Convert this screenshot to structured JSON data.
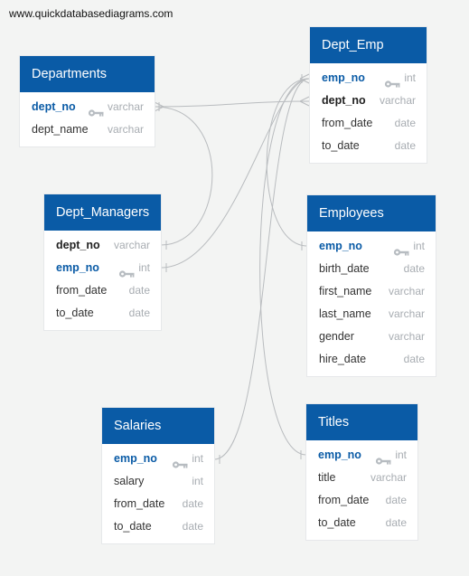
{
  "site": "www.quickdatabasediagrams.com",
  "tables": {
    "departments": {
      "name": "Departments",
      "fields": [
        {
          "name": "dept_no",
          "type": "varchar",
          "role": "pk"
        },
        {
          "name": "dept_name",
          "type": "varchar",
          "role": ""
        }
      ]
    },
    "dept_emp": {
      "name": "Dept_Emp",
      "fields": [
        {
          "name": "emp_no",
          "type": "int",
          "role": "pk"
        },
        {
          "name": "dept_no",
          "type": "varchar",
          "role": "fk"
        },
        {
          "name": "from_date",
          "type": "date",
          "role": ""
        },
        {
          "name": "to_date",
          "type": "date",
          "role": ""
        }
      ]
    },
    "dept_managers": {
      "name": "Dept_Managers",
      "fields": [
        {
          "name": "dept_no",
          "type": "varchar",
          "role": "fk"
        },
        {
          "name": "emp_no",
          "type": "int",
          "role": "pk"
        },
        {
          "name": "from_date",
          "type": "date",
          "role": ""
        },
        {
          "name": "to_date",
          "type": "date",
          "role": ""
        }
      ]
    },
    "employees": {
      "name": "Employees",
      "fields": [
        {
          "name": "emp_no",
          "type": "int",
          "role": "pk"
        },
        {
          "name": "birth_date",
          "type": "date",
          "role": ""
        },
        {
          "name": "first_name",
          "type": "varchar",
          "role": ""
        },
        {
          "name": "last_name",
          "type": "varchar",
          "role": ""
        },
        {
          "name": "gender",
          "type": "varchar",
          "role": ""
        },
        {
          "name": "hire_date",
          "type": "date",
          "role": ""
        }
      ]
    },
    "salaries": {
      "name": "Salaries",
      "fields": [
        {
          "name": "emp_no",
          "type": "int",
          "role": "pk"
        },
        {
          "name": "salary",
          "type": "int",
          "role": ""
        },
        {
          "name": "from_date",
          "type": "date",
          "role": ""
        },
        {
          "name": "to_date",
          "type": "date",
          "role": ""
        }
      ]
    },
    "titles": {
      "name": "Titles",
      "fields": [
        {
          "name": "emp_no",
          "type": "int",
          "role": "pk"
        },
        {
          "name": "title",
          "type": "varchar",
          "role": ""
        },
        {
          "name": "from_date",
          "type": "date",
          "role": ""
        },
        {
          "name": "to_date",
          "type": "date",
          "role": ""
        }
      ]
    }
  },
  "relationships": [
    {
      "from": "departments.dept_no",
      "to": "dept_emp.dept_no"
    },
    {
      "from": "departments.dept_no",
      "to": "dept_managers.dept_no"
    },
    {
      "from": "dept_emp.emp_no",
      "to": "dept_managers.emp_no"
    },
    {
      "from": "dept_emp.emp_no",
      "to": "employees.emp_no"
    },
    {
      "from": "dept_emp.emp_no",
      "to": "salaries.emp_no"
    },
    {
      "from": "dept_emp.emp_no",
      "to": "titles.emp_no"
    }
  ],
  "colors": {
    "header": "#0a5ba6",
    "pk_text": "#0a5ba6",
    "type_text": "#a8adb2",
    "link": "#b9bcbf",
    "background": "#f3f4f3"
  }
}
